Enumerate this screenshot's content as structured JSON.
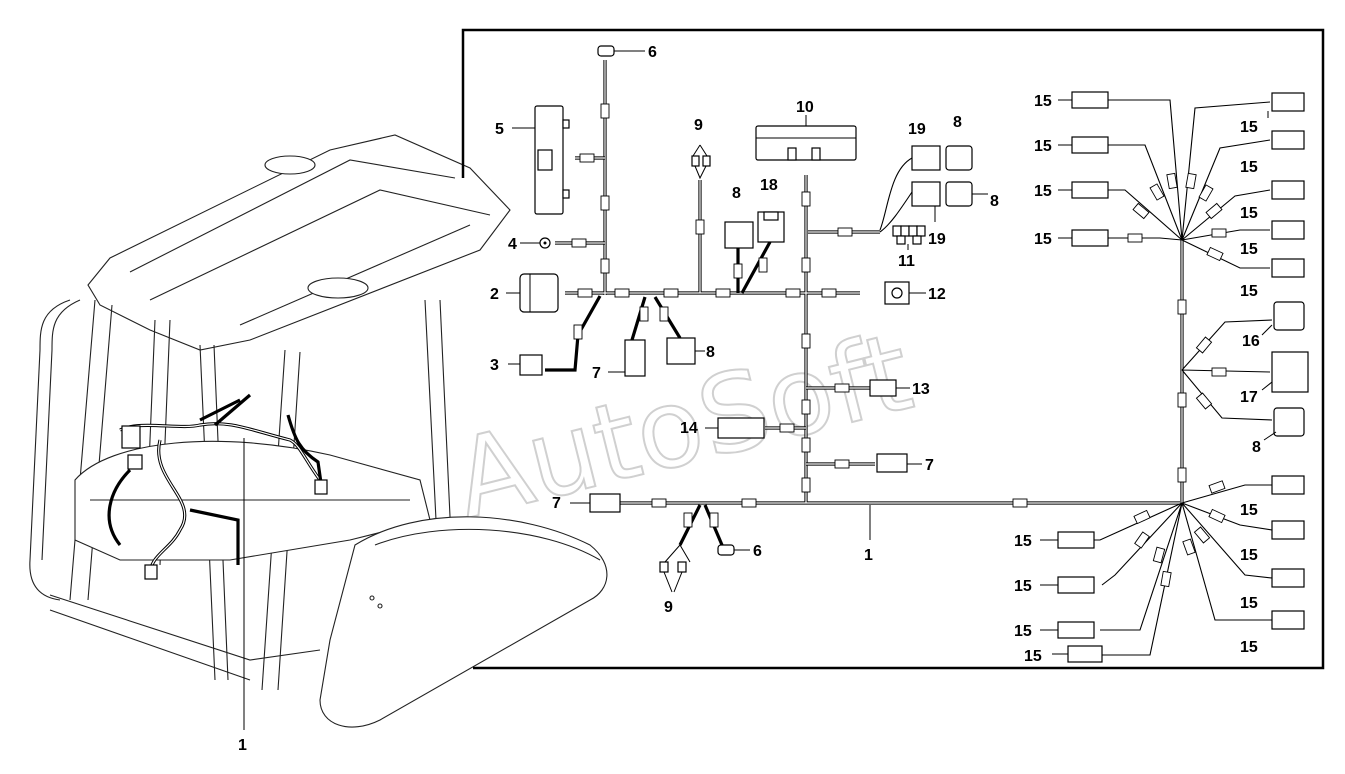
{
  "watermark": "AutoSoft",
  "callouts": {
    "harness": "1",
    "c2": "2",
    "c3": "3",
    "c4": "4",
    "c5": "5",
    "c6": "6",
    "c7": "7",
    "c8": "8",
    "c9": "9",
    "c10": "10",
    "c11": "11",
    "c12": "12",
    "c13": "13",
    "c14": "14",
    "c15": "15",
    "c16": "16",
    "c17": "17",
    "c18": "18",
    "c19": "19"
  },
  "colors": {
    "line": "#000000",
    "watermark": "#d0d0d0",
    "background": "#ffffff"
  }
}
